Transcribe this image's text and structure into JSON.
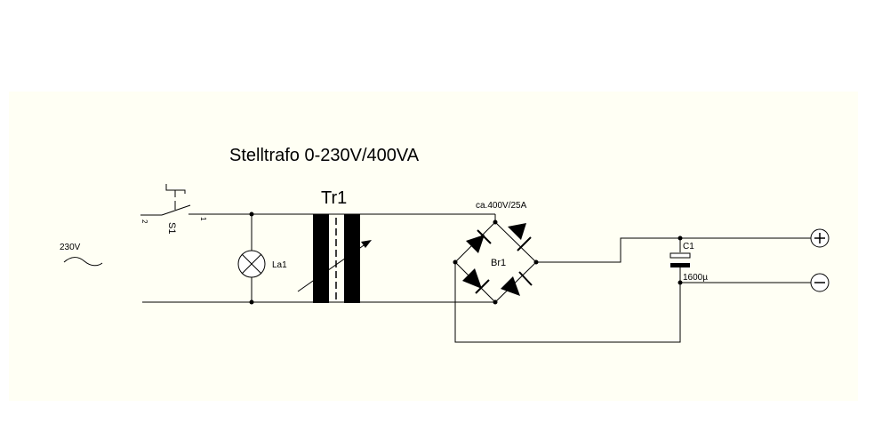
{
  "title": "Stelltrafo 0-230V/400VA",
  "source": {
    "voltage_label": "230V"
  },
  "switch": {
    "label": "S1",
    "pin_left": "2",
    "pin_right": "1"
  },
  "lamp": {
    "label": "La1"
  },
  "transformer": {
    "label": "Tr1"
  },
  "bridge": {
    "label": "Br1",
    "rating": "ca.400V/25A"
  },
  "capacitor": {
    "label": "C1",
    "value": "1600µ"
  },
  "colors": {
    "background": "#fffff4",
    "line": "#000000"
  }
}
